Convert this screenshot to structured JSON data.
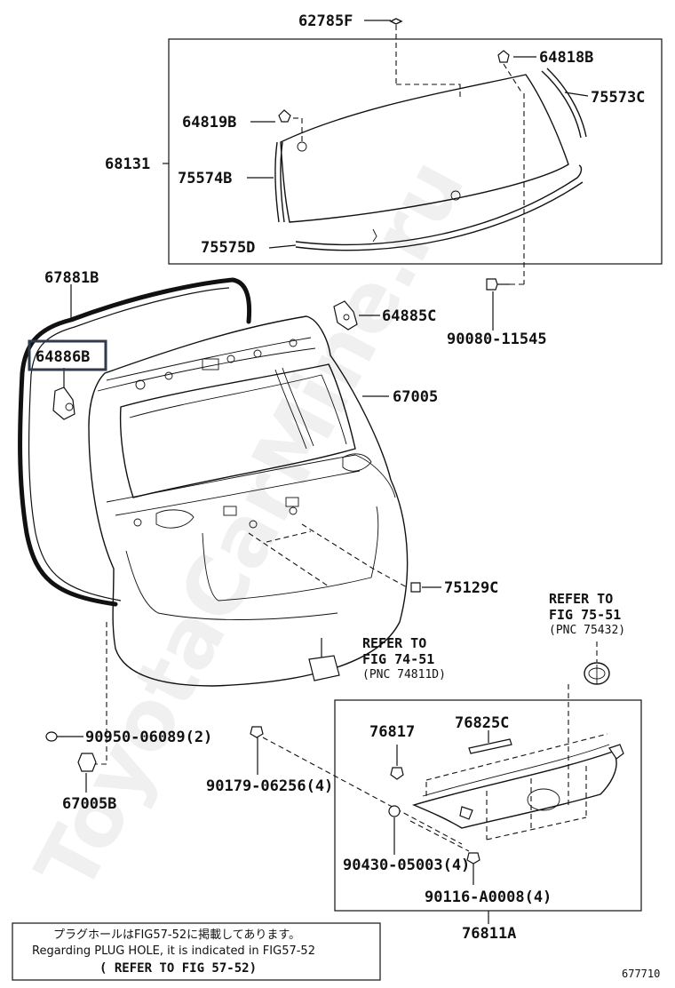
{
  "labels": {
    "p62785F": "62785F",
    "p64818B": "64818B",
    "p75573C": "75573C",
    "p64819B": "64819B",
    "p68131": "68131",
    "p75574B": "75574B",
    "p75575D": "75575D",
    "p67881B": "67881B",
    "p64885C": "64885C",
    "p90080_11545": "90080-11545",
    "p64886B": "64886B",
    "p67005": "67005",
    "p75129C": "75129C",
    "p90950_06089": "90950-06089(2)",
    "p67005B": "67005B",
    "p90179_06256": "90179-06256(4)",
    "p76817": "76817",
    "p76825C": "76825C",
    "p90430_05003": "90430-05003(4)",
    "p90116_A0008": "90116-A0008(4)",
    "p76811A": "76811A"
  },
  "refs": {
    "ref1_line1": "REFER TO",
    "ref1_line2": "FIG 74-51",
    "ref1_line3": "(PNC 74811D)",
    "ref2_line1": "REFER TO",
    "ref2_line2": "FIG 75-51",
    "ref2_line3": "(PNC 75432)"
  },
  "note": {
    "line1": "プラグホールはFIG57-52に掲載してあります。",
    "line2": "Regarding PLUG HOLE, it is indicated in FIG57-52",
    "line3": "( REFER TO FIG 57-52)"
  },
  "diagram_code": "677710",
  "watermark": "ToyotaCarMine.ru",
  "colors": {
    "highlight_box": "#2f3a4a"
  }
}
